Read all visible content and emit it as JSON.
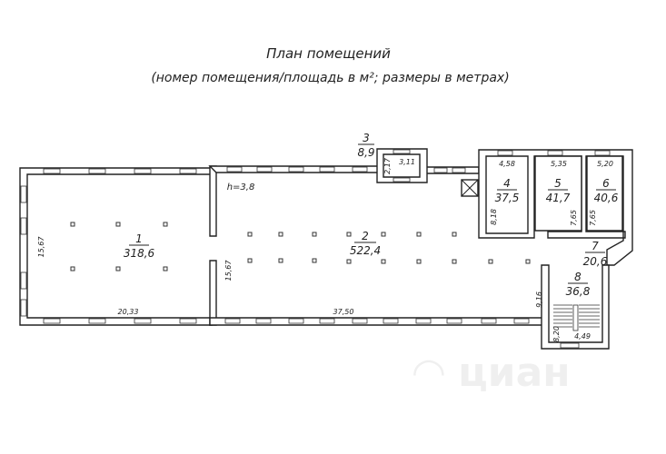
{
  "title": "План помещений",
  "subtitle": "(номер помещения/площадь в м²;  размеры в метрах)",
  "ceiling_height": "h=3,8",
  "rooms": [
    {
      "number": "1",
      "area": "318,6"
    },
    {
      "number": "2",
      "area": "522,4"
    },
    {
      "number": "3",
      "area": "8,9"
    },
    {
      "number": "4",
      "area": "37,5"
    },
    {
      "number": "5",
      "area": "41,7"
    },
    {
      "number": "6",
      "area": "40,6"
    },
    {
      "number": "7",
      "area": "20,6"
    },
    {
      "number": "8",
      "area": "36,8"
    }
  ],
  "dimensions": {
    "r1_height": "15,67",
    "r1_width": "20,33",
    "r2_height": "15,67",
    "r2_width": "37,50",
    "r3_h": "2,17",
    "r3_w": "3,11",
    "r4_w": "4,58",
    "r4_h": "8,18",
    "r5_w": "5,35",
    "r5_h": "7,65",
    "r6_w": "5,20",
    "r6_h": "7,65",
    "r8_h1": "9,16",
    "r8_h2": "8,20",
    "r8_w": "4,49"
  },
  "watermark": "циан"
}
